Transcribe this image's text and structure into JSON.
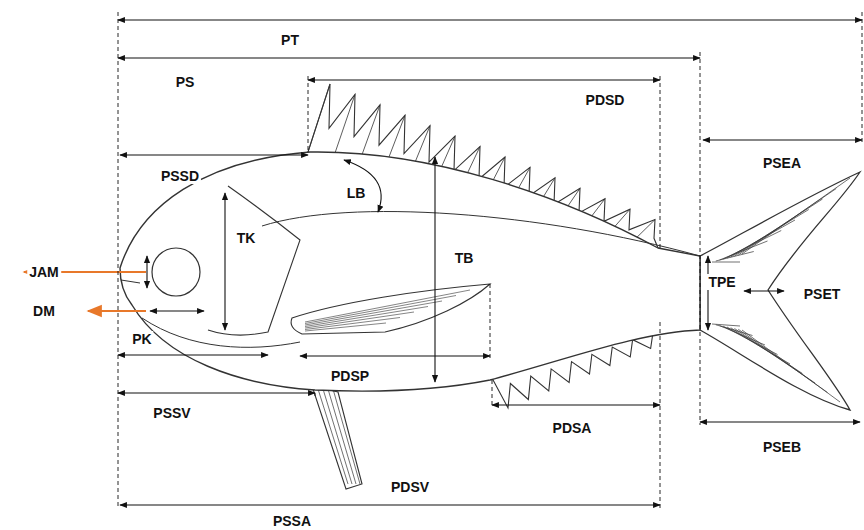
{
  "diagram": {
    "labels": [
      "PT",
      "PS",
      "PDSD",
      "PSEA",
      "PSSD",
      "LB",
      "TK",
      "TB",
      "JAM",
      "TPE",
      "PSET",
      "DM",
      "PK",
      "PDSP",
      "PSSV",
      "PDSA",
      "PSEB",
      "PDSV",
      "PSSA"
    ]
  }
}
